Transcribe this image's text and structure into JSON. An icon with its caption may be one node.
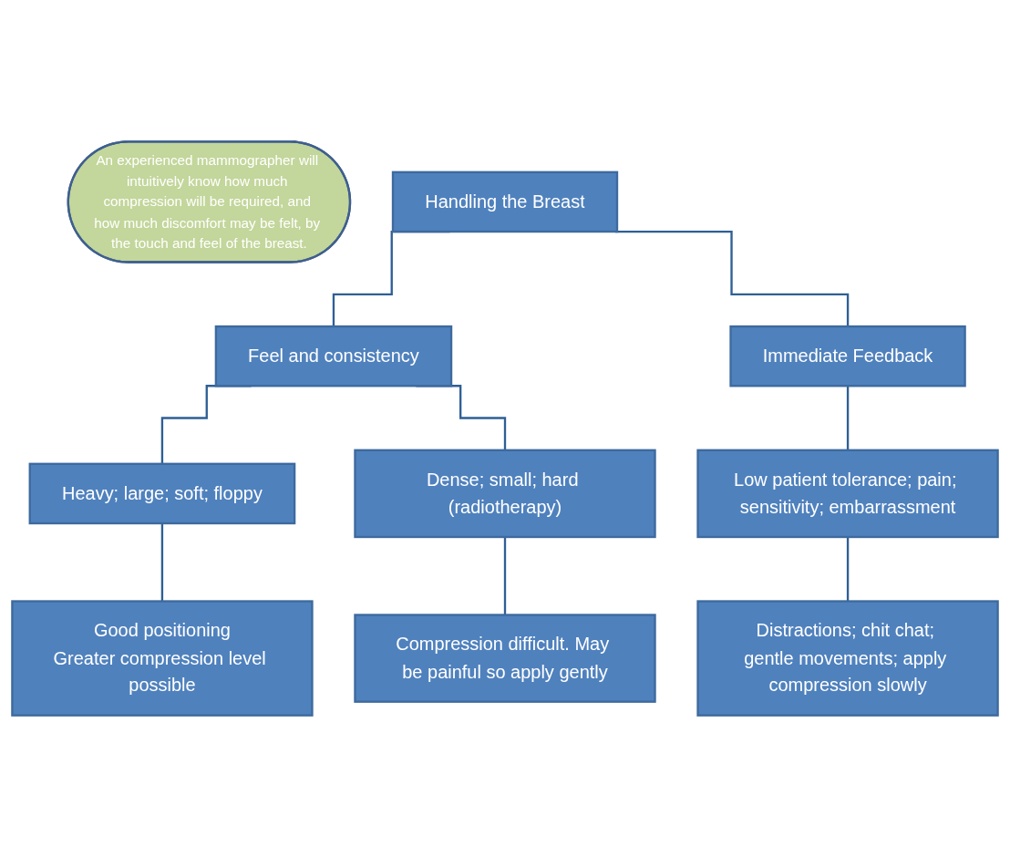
{
  "diagram": {
    "nodes": [
      {
        "text": [
          "An experienced mammographer will intuitively know how much compression will be required, and how much discomfort may be felt, by the touch and feel of the breast."
        ]
      },
      {
        "text": [
          "Handling the Breast"
        ]
      },
      {
        "text": [
          "Feel and consistency"
        ]
      },
      {
        "text": [
          "Immediate Feedback"
        ]
      },
      {
        "text": [
          "Heavy; large; soft; floppy"
        ]
      },
      {
        "text": [
          "Dense; small; hard (radiotherapy)"
        ]
      },
      {
        "text": [
          "Low patient tolerance; pain; sensitivity; embarrassment"
        ]
      },
      {
        "text": [
          "Good positioning",
          "Greater compression level possible"
        ]
      },
      {
        "text": [
          "Compression difficult. May be painful so apply gently"
        ]
      },
      {
        "text": [
          "Distractions; chit chat; gentle movements; apply compression slowly"
        ]
      }
    ],
    "edges": [
      {
        "from": 1,
        "to": 2,
        "arrow": "none"
      },
      {
        "from": 1,
        "to": 3,
        "arrow": "none"
      },
      {
        "from": 2,
        "to": 4,
        "arrow": "none"
      },
      {
        "from": 2,
        "to": 5,
        "arrow": "none"
      },
      {
        "from": 3,
        "to": 6,
        "arrow": "none"
      },
      {
        "from": 4,
        "to": 7,
        "arrow": "none"
      },
      {
        "from": 5,
        "to": 8,
        "arrow": "none"
      },
      {
        "from": 6,
        "to": 9,
        "arrow": "none"
      }
    ]
  }
}
